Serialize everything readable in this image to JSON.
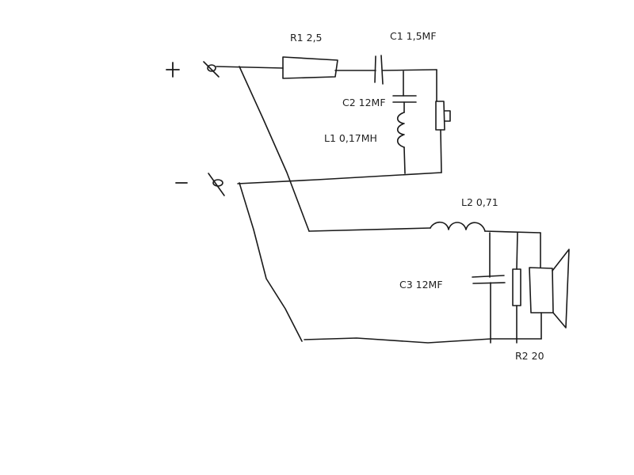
{
  "terminals": {
    "plus": "+",
    "minus": "−"
  },
  "components": {
    "r1": "R1 2,5",
    "c1": "C1 1,5MF",
    "c2": "C2 12MF",
    "l1": "L1 0,17MH",
    "l2": "L2 0,71",
    "c3": "C3 12MF",
    "r2": "R2 20"
  }
}
